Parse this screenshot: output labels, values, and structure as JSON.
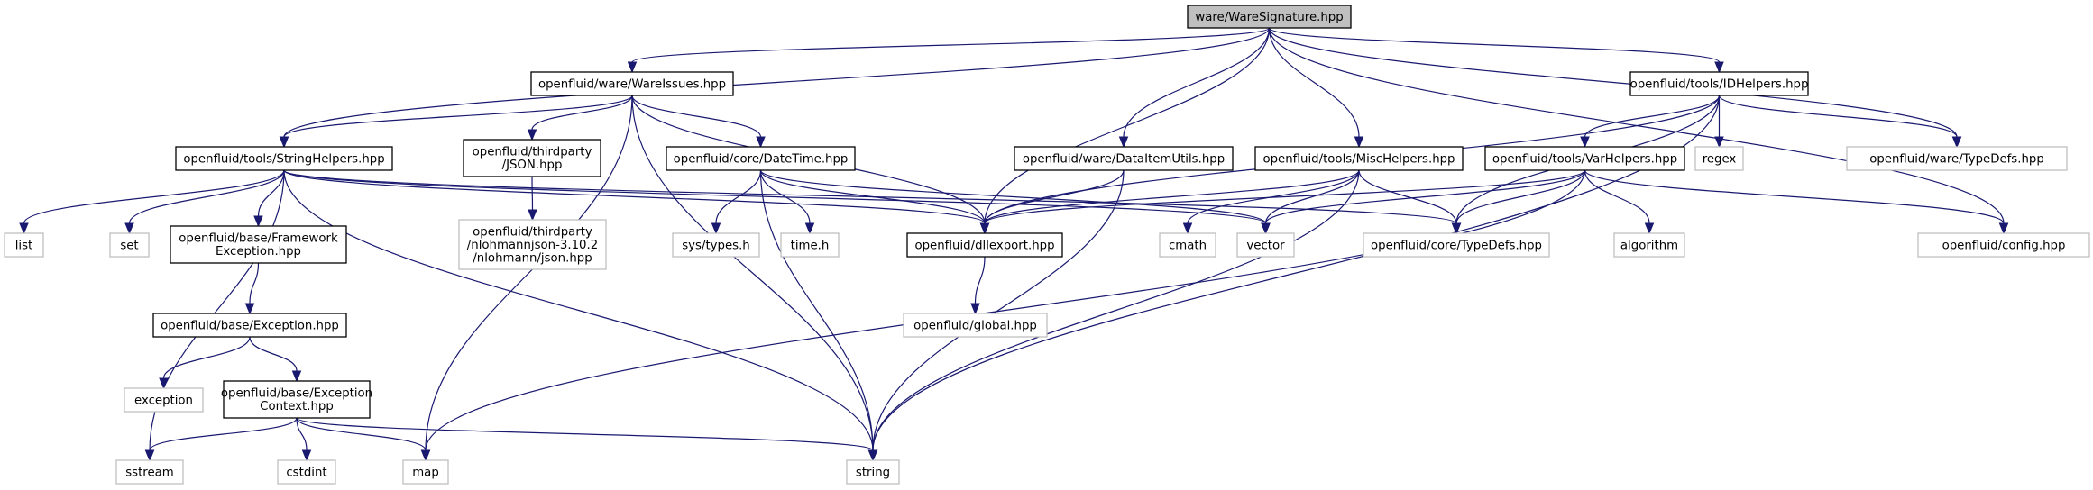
{
  "graph": {
    "title": "ware/WareSignature.hpp include dependency graph",
    "colors": {
      "edge": "#191970",
      "root_fill": "#bfbfbf",
      "documented_border": "#000000",
      "external_border": "#bfbfbf"
    },
    "nodes": [
      {
        "id": "root",
        "kind": "root",
        "lines": [
          "ware/WareSignature.hpp"
        ]
      },
      {
        "id": "wareissues",
        "kind": "doc",
        "lines": [
          "openfluid/ware/WareIssues.hpp"
        ]
      },
      {
        "id": "idhelpers",
        "kind": "doc",
        "lines": [
          "openfluid/tools/IDHelpers.hpp"
        ]
      },
      {
        "id": "stringhelpers",
        "kind": "doc",
        "lines": [
          "openfluid/tools/StringHelpers.hpp"
        ]
      },
      {
        "id": "json",
        "kind": "doc",
        "lines": [
          "openfluid/thirdparty",
          "/JSON.hpp"
        ]
      },
      {
        "id": "datetime",
        "kind": "doc",
        "lines": [
          "openfluid/core/DateTime.hpp"
        ]
      },
      {
        "id": "dataitemutils",
        "kind": "doc",
        "lines": [
          "openfluid/ware/DataItemUtils.hpp"
        ]
      },
      {
        "id": "mischelpers",
        "kind": "doc",
        "lines": [
          "openfluid/tools/MiscHelpers.hpp"
        ]
      },
      {
        "id": "varhelpers",
        "kind": "doc",
        "lines": [
          "openfluid/tools/VarHelpers.hpp"
        ]
      },
      {
        "id": "regex",
        "kind": "ext",
        "lines": [
          "regex"
        ]
      },
      {
        "id": "waretypedefs",
        "kind": "ext",
        "lines": [
          "openfluid/ware/TypeDefs.hpp"
        ]
      },
      {
        "id": "list",
        "kind": "ext",
        "lines": [
          "list"
        ]
      },
      {
        "id": "set",
        "kind": "ext",
        "lines": [
          "set"
        ]
      },
      {
        "id": "frameworkexception",
        "kind": "doc",
        "lines": [
          "openfluid/base/Framework",
          "Exception.hpp"
        ]
      },
      {
        "id": "nlohmann",
        "kind": "ext",
        "lines": [
          "openfluid/thirdparty",
          "/nlohmannjson-3.10.2",
          "/nlohmann/json.hpp"
        ]
      },
      {
        "id": "systypes",
        "kind": "ext",
        "lines": [
          "sys/types.h"
        ]
      },
      {
        "id": "timeh",
        "kind": "ext",
        "lines": [
          "time.h"
        ]
      },
      {
        "id": "dllexport",
        "kind": "doc",
        "lines": [
          "openfluid/dllexport.hpp"
        ]
      },
      {
        "id": "cmath",
        "kind": "ext",
        "lines": [
          "cmath"
        ]
      },
      {
        "id": "vector",
        "kind": "ext",
        "lines": [
          "vector"
        ]
      },
      {
        "id": "coretypedefs",
        "kind": "ext",
        "lines": [
          "openfluid/core/TypeDefs.hpp"
        ]
      },
      {
        "id": "algorithm",
        "kind": "ext",
        "lines": [
          "algorithm"
        ]
      },
      {
        "id": "config",
        "kind": "ext",
        "lines": [
          "openfluid/config.hpp"
        ]
      },
      {
        "id": "exceptionhpp",
        "kind": "doc",
        "lines": [
          "openfluid/base/Exception.hpp"
        ]
      },
      {
        "id": "globalhpp",
        "kind": "ext",
        "lines": [
          "openfluid/global.hpp"
        ]
      },
      {
        "id": "exception",
        "kind": "ext",
        "lines": [
          "exception"
        ]
      },
      {
        "id": "exceptioncontext",
        "kind": "doc",
        "lines": [
          "openfluid/base/Exception",
          "Context.hpp"
        ]
      },
      {
        "id": "sstream",
        "kind": "ext",
        "lines": [
          "sstream"
        ]
      },
      {
        "id": "cstdint",
        "kind": "ext",
        "lines": [
          "cstdint"
        ]
      },
      {
        "id": "map",
        "kind": "ext",
        "lines": [
          "map"
        ]
      },
      {
        "id": "string",
        "kind": "ext",
        "lines": [
          "string"
        ]
      }
    ],
    "edges": [
      [
        "root",
        "wareissues"
      ],
      [
        "root",
        "idhelpers"
      ],
      [
        "root",
        "stringhelpers"
      ],
      [
        "root",
        "dataitemutils"
      ],
      [
        "root",
        "mischelpers"
      ],
      [
        "root",
        "dllexport"
      ],
      [
        "root",
        "waretypedefs"
      ],
      [
        "root",
        "config"
      ],
      [
        "wareissues",
        "stringhelpers"
      ],
      [
        "wareissues",
        "json"
      ],
      [
        "wareissues",
        "datetime"
      ],
      [
        "wareissues",
        "dllexport"
      ],
      [
        "wareissues",
        "map"
      ],
      [
        "wareissues",
        "string"
      ],
      [
        "idhelpers",
        "varhelpers"
      ],
      [
        "idhelpers",
        "regex"
      ],
      [
        "idhelpers",
        "waretypedefs"
      ],
      [
        "idhelpers",
        "dllexport"
      ],
      [
        "idhelpers",
        "coretypedefs"
      ],
      [
        "idhelpers",
        "string"
      ],
      [
        "stringhelpers",
        "list"
      ],
      [
        "stringhelpers",
        "set"
      ],
      [
        "stringhelpers",
        "frameworkexception"
      ],
      [
        "stringhelpers",
        "sstream"
      ],
      [
        "stringhelpers",
        "string"
      ],
      [
        "stringhelpers",
        "dllexport"
      ],
      [
        "stringhelpers",
        "vector"
      ],
      [
        "stringhelpers",
        "coretypedefs"
      ],
      [
        "json",
        "nlohmann"
      ],
      [
        "datetime",
        "systypes"
      ],
      [
        "datetime",
        "timeh"
      ],
      [
        "datetime",
        "dllexport"
      ],
      [
        "datetime",
        "string"
      ],
      [
        "datetime",
        "vector"
      ],
      [
        "dataitemutils",
        "dllexport"
      ],
      [
        "dataitemutils",
        "string"
      ],
      [
        "mischelpers",
        "dllexport"
      ],
      [
        "mischelpers",
        "cmath"
      ],
      [
        "mischelpers",
        "vector"
      ],
      [
        "mischelpers",
        "coretypedefs"
      ],
      [
        "mischelpers",
        "string"
      ],
      [
        "varhelpers",
        "dllexport"
      ],
      [
        "varhelpers",
        "vector"
      ],
      [
        "varhelpers",
        "coretypedefs"
      ],
      [
        "varhelpers",
        "algorithm"
      ],
      [
        "varhelpers",
        "config"
      ],
      [
        "varhelpers",
        "map"
      ],
      [
        "frameworkexception",
        "exceptionhpp"
      ],
      [
        "exceptionhpp",
        "exception"
      ],
      [
        "exceptionhpp",
        "exceptioncontext"
      ],
      [
        "exceptioncontext",
        "sstream"
      ],
      [
        "exceptioncontext",
        "cstdint"
      ],
      [
        "exceptioncontext",
        "map"
      ],
      [
        "exceptioncontext",
        "string"
      ],
      [
        "dllexport",
        "globalhpp"
      ]
    ]
  }
}
